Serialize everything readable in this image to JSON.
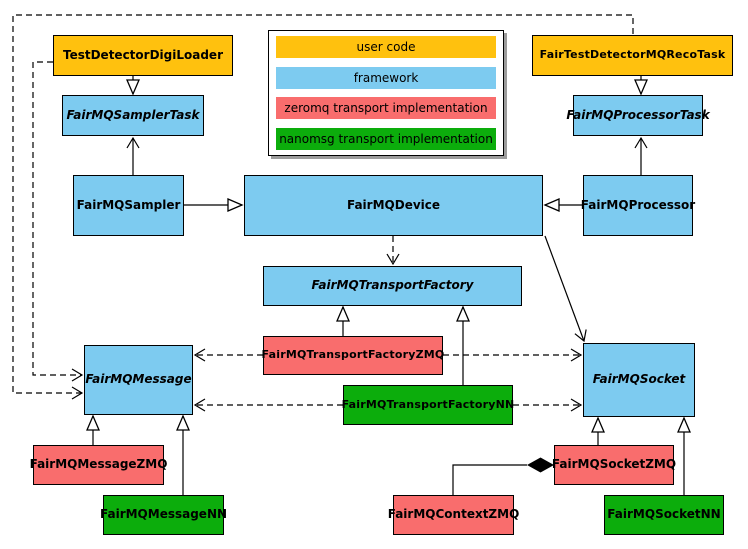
{
  "legend": {
    "items": [
      {
        "label": "user code",
        "color": "#FFC10E"
      },
      {
        "label": "framework",
        "color": "#7DCBF0"
      },
      {
        "label": "zeromq transport implementation",
        "color": "#F96D6D"
      },
      {
        "label": "nanomsg transport implementation",
        "color": "#0CAD0C"
      }
    ]
  },
  "colors": {
    "user_code": "#FFC10E",
    "framework": "#7DCBF0",
    "zeromq": "#F96D6D",
    "nanomsg": "#0CAD0C",
    "line": "#000000"
  },
  "nodes": {
    "test_detector_digi_loader": {
      "label": "TestDetectorDigiLoader",
      "category": "user code",
      "abstract": false
    },
    "fair_test_detector_mq_reco_task": {
      "label": "FairTestDetectorMQRecoTask",
      "category": "user code",
      "abstract": false
    },
    "fair_mq_sampler_task": {
      "label": "FairMQSamplerTask",
      "category": "framework",
      "abstract": true
    },
    "fair_mq_processor_task": {
      "label": "FairMQProcessorTask",
      "category": "framework",
      "abstract": true
    },
    "fair_mq_sampler": {
      "label": "FairMQSampler",
      "category": "framework",
      "abstract": false
    },
    "fair_mq_device": {
      "label": "FairMQDevice",
      "category": "framework",
      "abstract": false
    },
    "fair_mq_processor": {
      "label": "FairMQProcessor",
      "category": "framework",
      "abstract": false
    },
    "fair_mq_transport_factory": {
      "label": "FairMQTransportFactory",
      "category": "framework",
      "abstract": true
    },
    "fair_mq_transport_factory_zmq": {
      "label": "FairMQTransportFactoryZMQ",
      "category": "zeromq",
      "abstract": false
    },
    "fair_mq_transport_factory_nn": {
      "label": "FairMQTransportFactoryNN",
      "category": "nanomsg",
      "abstract": false
    },
    "fair_mq_message": {
      "label": "FairMQMessage",
      "category": "framework",
      "abstract": true
    },
    "fair_mq_socket": {
      "label": "FairMQSocket",
      "category": "framework",
      "abstract": true
    },
    "fair_mq_message_zmq": {
      "label": "FairMQMessageZMQ",
      "category": "zeromq",
      "abstract": false
    },
    "fair_mq_message_nn": {
      "label": "FairMQMessageNN",
      "category": "nanomsg",
      "abstract": false
    },
    "fair_mq_context_zmq": {
      "label": "FairMQContextZMQ",
      "category": "zeromq",
      "abstract": false
    },
    "fair_mq_socket_zmq": {
      "label": "FairMQSocketZMQ",
      "category": "zeromq",
      "abstract": false
    },
    "fair_mq_socket_nn": {
      "label": "FairMQSocketNN",
      "category": "nanomsg",
      "abstract": false
    }
  },
  "edges": [
    {
      "from": "TestDetectorDigiLoader",
      "to": "FairMQSamplerTask",
      "type": "inheritance",
      "style": "solid"
    },
    {
      "from": "FairMQSampler",
      "to": "FairMQSamplerTask",
      "type": "association",
      "style": "solid"
    },
    {
      "from": "FairTestDetectorMQRecoTask",
      "to": "FairMQProcessorTask",
      "type": "inheritance",
      "style": "solid"
    },
    {
      "from": "FairMQProcessor",
      "to": "FairMQProcessorTask",
      "type": "association",
      "style": "solid"
    },
    {
      "from": "FairMQSampler",
      "to": "FairMQDevice",
      "type": "inheritance",
      "style": "solid"
    },
    {
      "from": "FairMQProcessor",
      "to": "FairMQDevice",
      "type": "inheritance",
      "style": "solid"
    },
    {
      "from": "FairMQDevice",
      "to": "FairMQTransportFactory",
      "type": "dependency",
      "style": "dashed"
    },
    {
      "from": "FairMQDevice",
      "to": "FairMQSocket",
      "type": "association",
      "style": "solid"
    },
    {
      "from": "FairMQTransportFactoryZMQ",
      "to": "FairMQTransportFactory",
      "type": "inheritance",
      "style": "solid"
    },
    {
      "from": "FairMQTransportFactoryNN",
      "to": "FairMQTransportFactory",
      "type": "inheritance",
      "style": "solid"
    },
    {
      "from": "FairMQTransportFactoryZMQ",
      "to": "FairMQMessage",
      "type": "dependency",
      "style": "dashed"
    },
    {
      "from": "FairMQTransportFactoryZMQ",
      "to": "FairMQSocket",
      "type": "dependency",
      "style": "dashed"
    },
    {
      "from": "FairMQTransportFactoryNN",
      "to": "FairMQMessage",
      "type": "dependency",
      "style": "dashed"
    },
    {
      "from": "FairMQTransportFactoryNN",
      "to": "FairMQSocket",
      "type": "dependency",
      "style": "dashed"
    },
    {
      "from": "FairMQMessageZMQ",
      "to": "FairMQMessage",
      "type": "inheritance",
      "style": "solid"
    },
    {
      "from": "FairMQMessageNN",
      "to": "FairMQMessage",
      "type": "inheritance",
      "style": "solid"
    },
    {
      "from": "FairMQSocketZMQ",
      "to": "FairMQSocket",
      "type": "inheritance",
      "style": "solid"
    },
    {
      "from": "FairMQSocketNN",
      "to": "FairMQSocket",
      "type": "inheritance",
      "style": "solid"
    },
    {
      "from": "FairMQContextZMQ",
      "to": "FairMQSocketZMQ",
      "type": "composition",
      "style": "solid"
    },
    {
      "from": "TestDetectorDigiLoader",
      "to": "FairMQMessage",
      "type": "dependency",
      "style": "dashed"
    },
    {
      "from": "FairTestDetectorMQRecoTask",
      "to": "FairMQMessage",
      "type": "dependency",
      "style": "dashed"
    }
  ]
}
